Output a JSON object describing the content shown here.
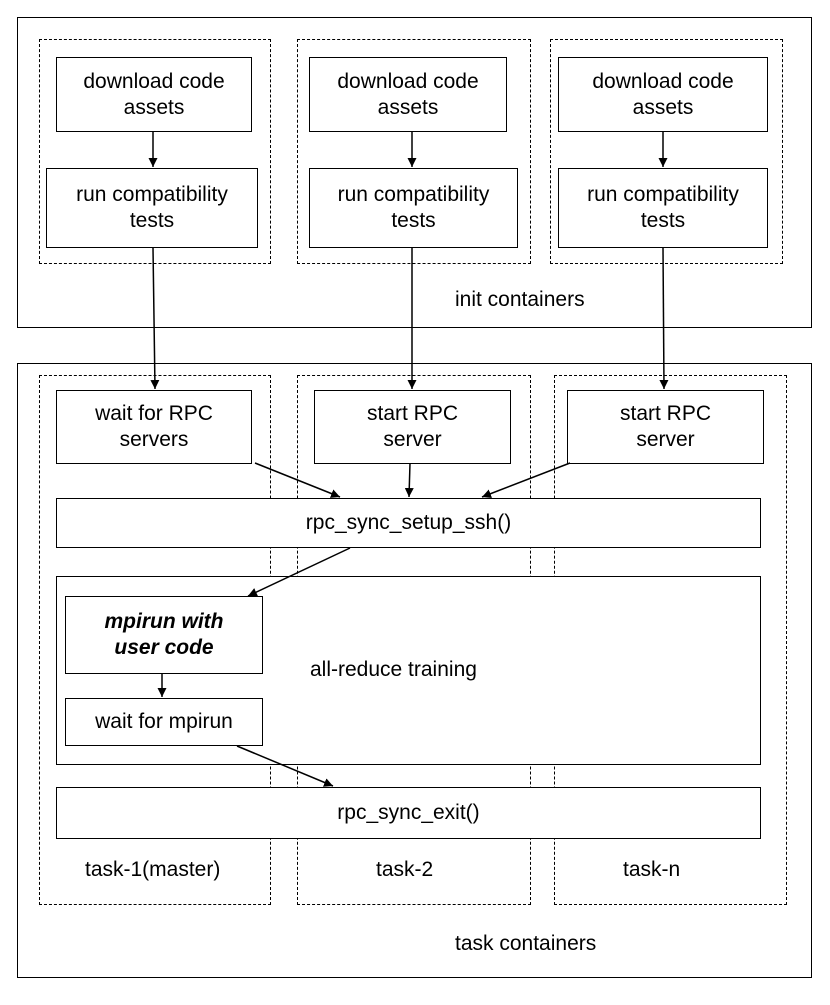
{
  "init_containers": {
    "label": "init containers",
    "columns": [
      {
        "download_label": "download code\nassets",
        "compat_label": "run compatibility\ntests"
      },
      {
        "download_label": "download code\nassets",
        "compat_label": "run compatibility\ntests"
      },
      {
        "download_label": "download code\nassets",
        "compat_label": "run compatibility\ntests"
      }
    ]
  },
  "task_containers": {
    "label": "task containers",
    "tasks": [
      {
        "name": "task-1(master)",
        "rpc_label": "wait for RPC\nservers"
      },
      {
        "name": "task-2",
        "rpc_label": "start RPC\nserver"
      },
      {
        "name": "task-n",
        "rpc_label": "start RPC\nserver"
      }
    ],
    "setup_ssh_label": "rpc_sync_setup_ssh()",
    "training": {
      "label": "all-reduce training",
      "mpirun_label": "mpirun with\nuser code",
      "wait_label": "wait for mpirun"
    },
    "exit_label": "rpc_sync_exit()"
  }
}
